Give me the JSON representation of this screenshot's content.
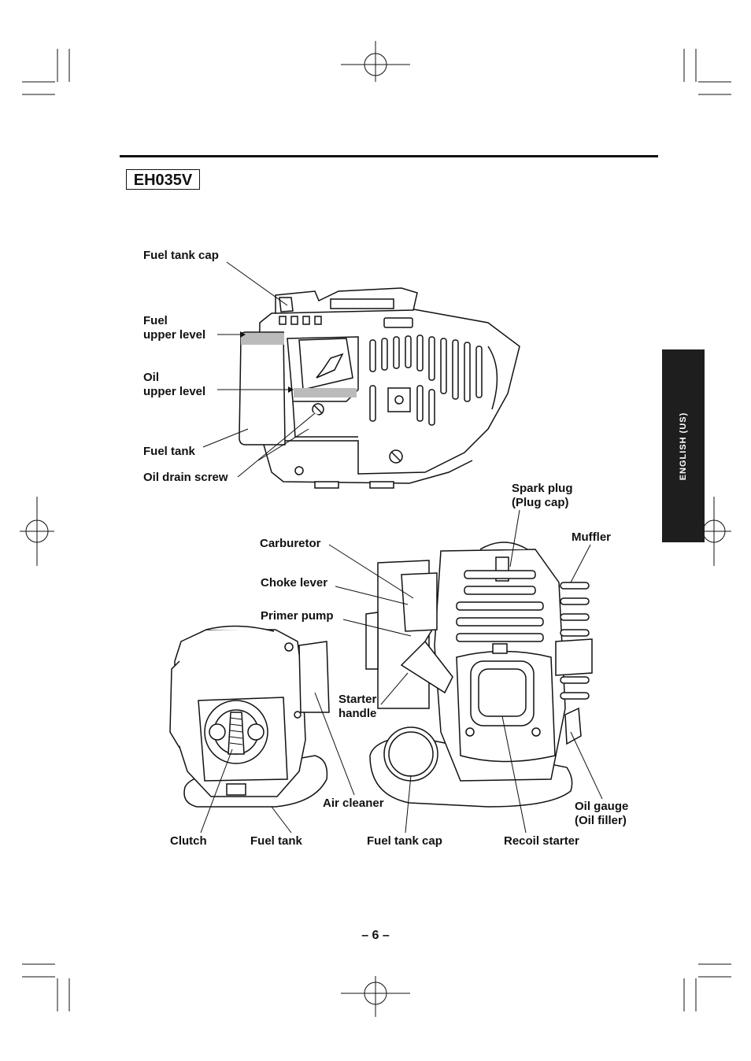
{
  "model": "EH035V",
  "side_tab": "ENGLISH (US)",
  "page_number": "– 6 –",
  "side_view_labels": {
    "fuel_tank_cap": "Fuel tank cap",
    "fuel_upper_level": "Fuel\nupper level",
    "oil_upper_level": "Oil\nupper level",
    "fuel_tank": "Fuel tank",
    "oil_drain_screw": "Oil drain screw"
  },
  "front_view_labels": {
    "spark_plug": "Spark plug\n(Plug cap)",
    "muffler": "Muffler",
    "carburetor": "Carburetor",
    "choke_lever": "Choke lever",
    "primer_pump": "Primer pump",
    "starter_handle": "Starter\nhandle",
    "air_cleaner": "Air cleaner",
    "oil_gauge": "Oil gauge\n(Oil filler)",
    "clutch": "Clutch",
    "fuel_tank": "Fuel tank",
    "fuel_tank_cap": "Fuel tank cap",
    "recoil_starter": "Recoil starter"
  }
}
